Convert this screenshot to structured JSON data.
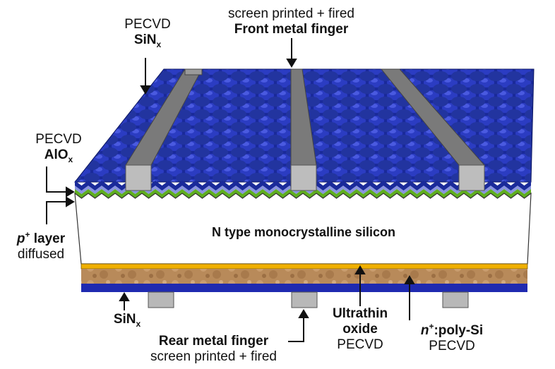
{
  "colors": {
    "sinx_front": "#1a2a9a",
    "sinx_highlight": "#3a4ad0",
    "aliox_layer": "#8a94e0",
    "p_layer": "#5fae1f",
    "silicon": "#ffffff",
    "oxide": "#f0b000",
    "poly_si": "#b88a5a",
    "sinx_rear": "#1f2ab0",
    "metal": "#808080",
    "metal_light": "#c8c8c8"
  },
  "labels": {
    "front_sinx_top": "PECVD",
    "front_sinx_bottom_main": "SiN",
    "front_sinx_bottom_sub": "x",
    "front_finger_line1": "screen printed + fired",
    "front_finger_line2": "Front metal finger",
    "alox_top": "PECVD",
    "alox_main": "AlO",
    "alox_sub": "x",
    "p_layer_main": "p",
    "p_layer_sup": "+",
    "p_layer_rest": " layer",
    "p_layer_line2": "diffused",
    "bulk": "N type monocrystalline silicon",
    "rear_sinx_main": "SiN",
    "rear_sinx_sub": "x",
    "rear_finger_line1": "Rear metal finger",
    "rear_finger_line2": "screen printed + fired",
    "oxide_line1": "Ultrathin",
    "oxide_line2": "oxide",
    "oxide_line3": "PECVD",
    "poly_main": "n",
    "poly_sup": "+",
    "poly_rest": ":poly-Si",
    "poly_line2": "PECVD"
  }
}
